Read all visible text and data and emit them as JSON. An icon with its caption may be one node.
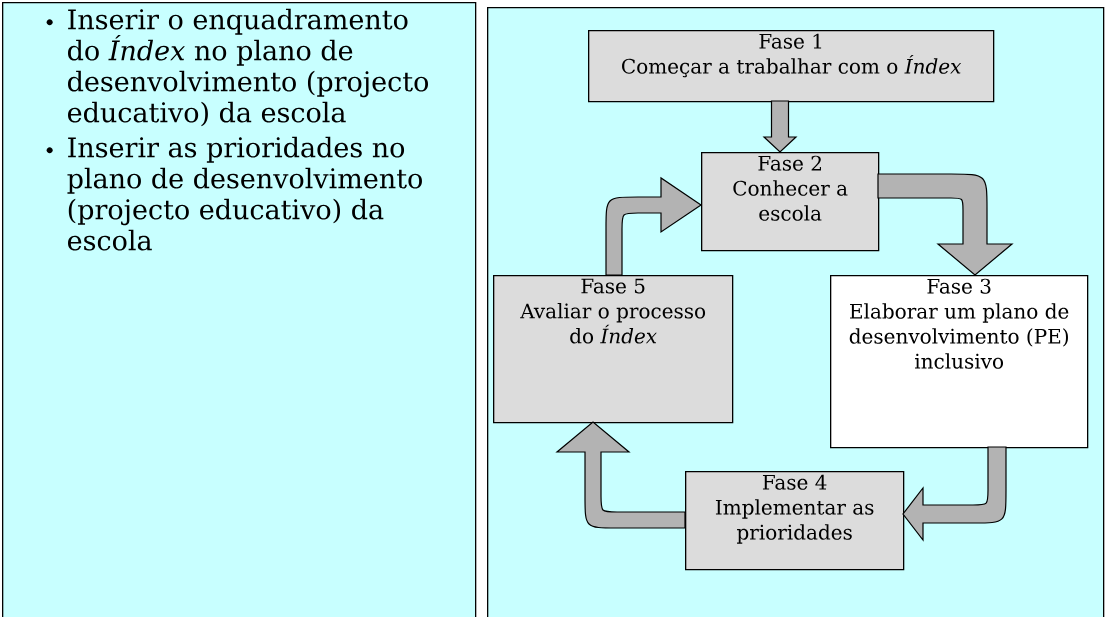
{
  "diagram": {
    "nodes": [
      {
        "text": [
          "Inserir o enquadramento do *Índex* no plano de desenvolvimento (projecto educativo) da escola",
          "Inserir as prioridades no plano de desenvolvimento (projecto educativo) da escola"
        ]
      },
      {
        "text": [],
        "shape": "box"
      },
      {
        "text": [
          "Fase 1",
          "Começar a trabalhar com o *Índex*"
        ],
        "in": 1
      },
      {
        "text": [
          "Fase 2",
          "Conhecer a escola"
        ],
        "in": 1
      },
      {
        "text": [
          "Fase 5",
          "Avaliar o processo do *Índex*"
        ],
        "in": 1
      },
      {
        "text": [
          "Fase 3",
          "Elaborar um plano de desenvolvimento (PE) inclusivo"
        ],
        "in": 1
      },
      {
        "text": [
          "Fase 4",
          "Implementar as prioridades"
        ],
        "in": 1
      }
    ],
    "edges": [
      {
        "from": 2,
        "to": 3,
        "arrow": "to"
      },
      {
        "from": 3,
        "to": 5,
        "arrow": "to"
      },
      {
        "from": 5,
        "to": 6,
        "arrow": "to"
      },
      {
        "from": 6,
        "to": 4,
        "arrow": "to"
      },
      {
        "from": 4,
        "to": 3,
        "arrow": "to"
      }
    ]
  }
}
